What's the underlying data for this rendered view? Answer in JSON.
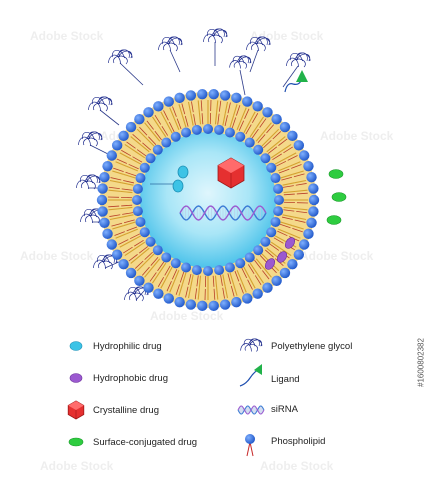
{
  "legend": {
    "hydrophilic": "Hydrophilic drug",
    "hydrophobic": "Hydrophobic drug",
    "crystalline": "Crystalline drug",
    "surface": "Surface-conjugated drug",
    "peg": "Polyethylene glycol",
    "ligand": "Ligand",
    "sirna": "siRNA",
    "phospholipid": "Phospholipid"
  },
  "watermark": "Adobe Stock",
  "stock_id": "#1600802382",
  "colors": {
    "head": "#2f6fe0",
    "tail": "#d4a22f",
    "core": "#7fd8f2",
    "hydrophilic": "#3cc3e6",
    "hydrophobic": "#9b59d0",
    "crystal": "#e53030",
    "surface": "#2ecc40",
    "ligand": "#21b24a",
    "peg": "#23308f",
    "dna1": "#3a7bd5",
    "dna2": "#9b59d0"
  }
}
